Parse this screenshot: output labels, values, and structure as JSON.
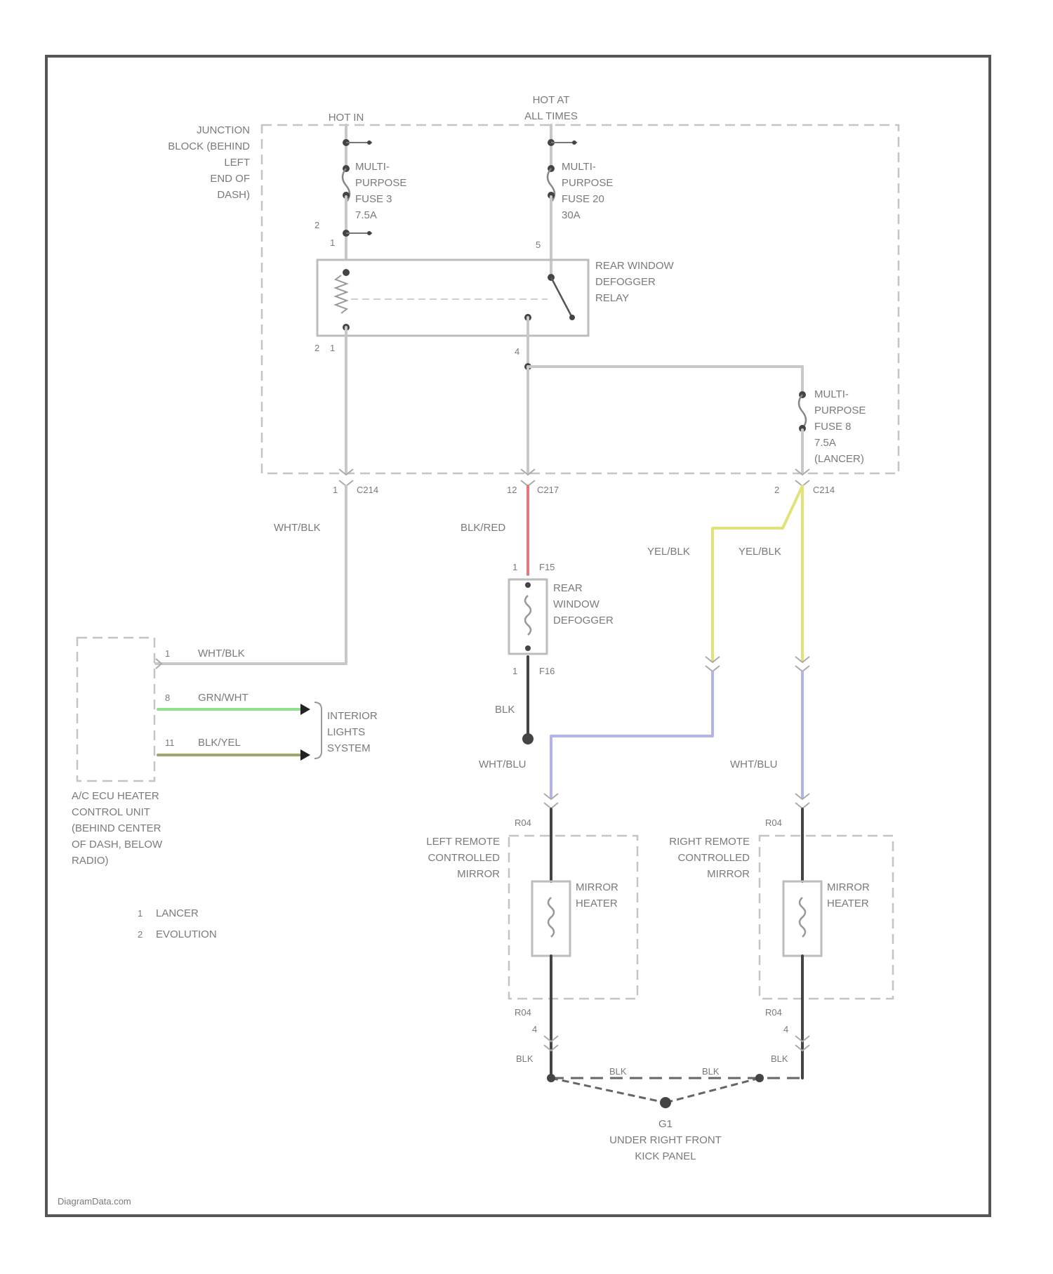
{
  "feeds": {
    "hot_in": "HOT IN",
    "hot_at_all_times": [
      "HOT AT",
      "ALL TIMES"
    ]
  },
  "junction_block": [
    "JUNCTION",
    "BLOCK (BEHIND",
    "LEFT",
    "END OF",
    "DASH)"
  ],
  "fuse_3": [
    "MULTI-",
    "PURPOSE",
    "FUSE 3",
    "7.5A"
  ],
  "fuse_20": [
    "MULTI-",
    "PURPOSE",
    "FUSE 20",
    "30A"
  ],
  "fuse_8": [
    "MULTI-",
    "PURPOSE",
    "FUSE 8",
    "7.5A",
    "(LANCER)"
  ],
  "relay": [
    "REAR WINDOW",
    "DEFOGGER",
    "RELAY"
  ],
  "pins": {
    "relay_left_top": [
      "2",
      "1"
    ],
    "relay_left_bottom": [
      "2",
      "1"
    ],
    "relay_right_top": "5",
    "relay_bottom": "4",
    "c214_left": "1",
    "c217": "12",
    "c214_right": "2",
    "f15": "1",
    "f16": "1",
    "ecu_1": "1",
    "ecu_8": "8",
    "ecu_11": "11"
  },
  "connectors": {
    "c214_left": "C214",
    "c217": "C217",
    "c214_right": "C214",
    "f15": "F15",
    "f16": "F16",
    "mirror_left_top": "R04",
    "mirror_right_top": "R04",
    "mirror_left_bottom": "R04",
    "mirror_right_bottom": "R04"
  },
  "wires": {
    "wht_blk_left": "WHT/BLK",
    "blk_red": "BLK/RED",
    "yel_blk_left": "YEL/BLK",
    "yel_blk_right": "YEL/BLK",
    "wht_blk_ecu": "WHT/BLK",
    "grn_wht": "GRN/WHT",
    "blk_yel": "BLK/YEL",
    "blk_defogger": "BLK",
    "wht_blu_left": "WHT/BLU",
    "wht_blu_right": "WHT/BLU",
    "blk_left": "BLK",
    "blk_right": "BLK",
    "blk_ground_left": "BLK",
    "blk_ground_right": "BLK",
    "pin_left_bottom": "4",
    "pin_right_bottom": "4"
  },
  "defogger": [
    "REAR",
    "WINDOW",
    "DEFOGGER"
  ],
  "ecu": [
    "A/C ECU HEATER",
    "CONTROL UNIT",
    "(BEHIND CENTER",
    "OF DASH, BELOW",
    "RADIO)"
  ],
  "interior_lights": [
    "INTERIOR",
    "LIGHTS",
    "SYSTEM"
  ],
  "left_mirror": [
    "LEFT REMOTE",
    "CONTROLLED",
    "MIRROR"
  ],
  "right_mirror": [
    "RIGHT REMOTE",
    "CONTROLLED",
    "MIRROR"
  ],
  "mirror_heater_left": [
    "MIRROR",
    "HEATER"
  ],
  "mirror_heater_right": [
    "MIRROR",
    "HEATER"
  ],
  "ground": {
    "id": "G1",
    "location": [
      "UNDER RIGHT FRONT",
      "KICK PANEL"
    ]
  },
  "legend": [
    {
      "num": "1",
      "text": "LANCER"
    },
    {
      "num": "2",
      "text": "EVOLUTION"
    }
  ],
  "watermark": "DiagramData.com",
  "colors": {
    "wht_blk": "#c8c8c8",
    "blk_red": "#e07a7a",
    "yel_blk": "#e2e27a",
    "wht_blu": "#b3b3ea",
    "grn_wht": "#8fe08f",
    "blk_yel": "#9ea86a",
    "blk": "#444444"
  }
}
